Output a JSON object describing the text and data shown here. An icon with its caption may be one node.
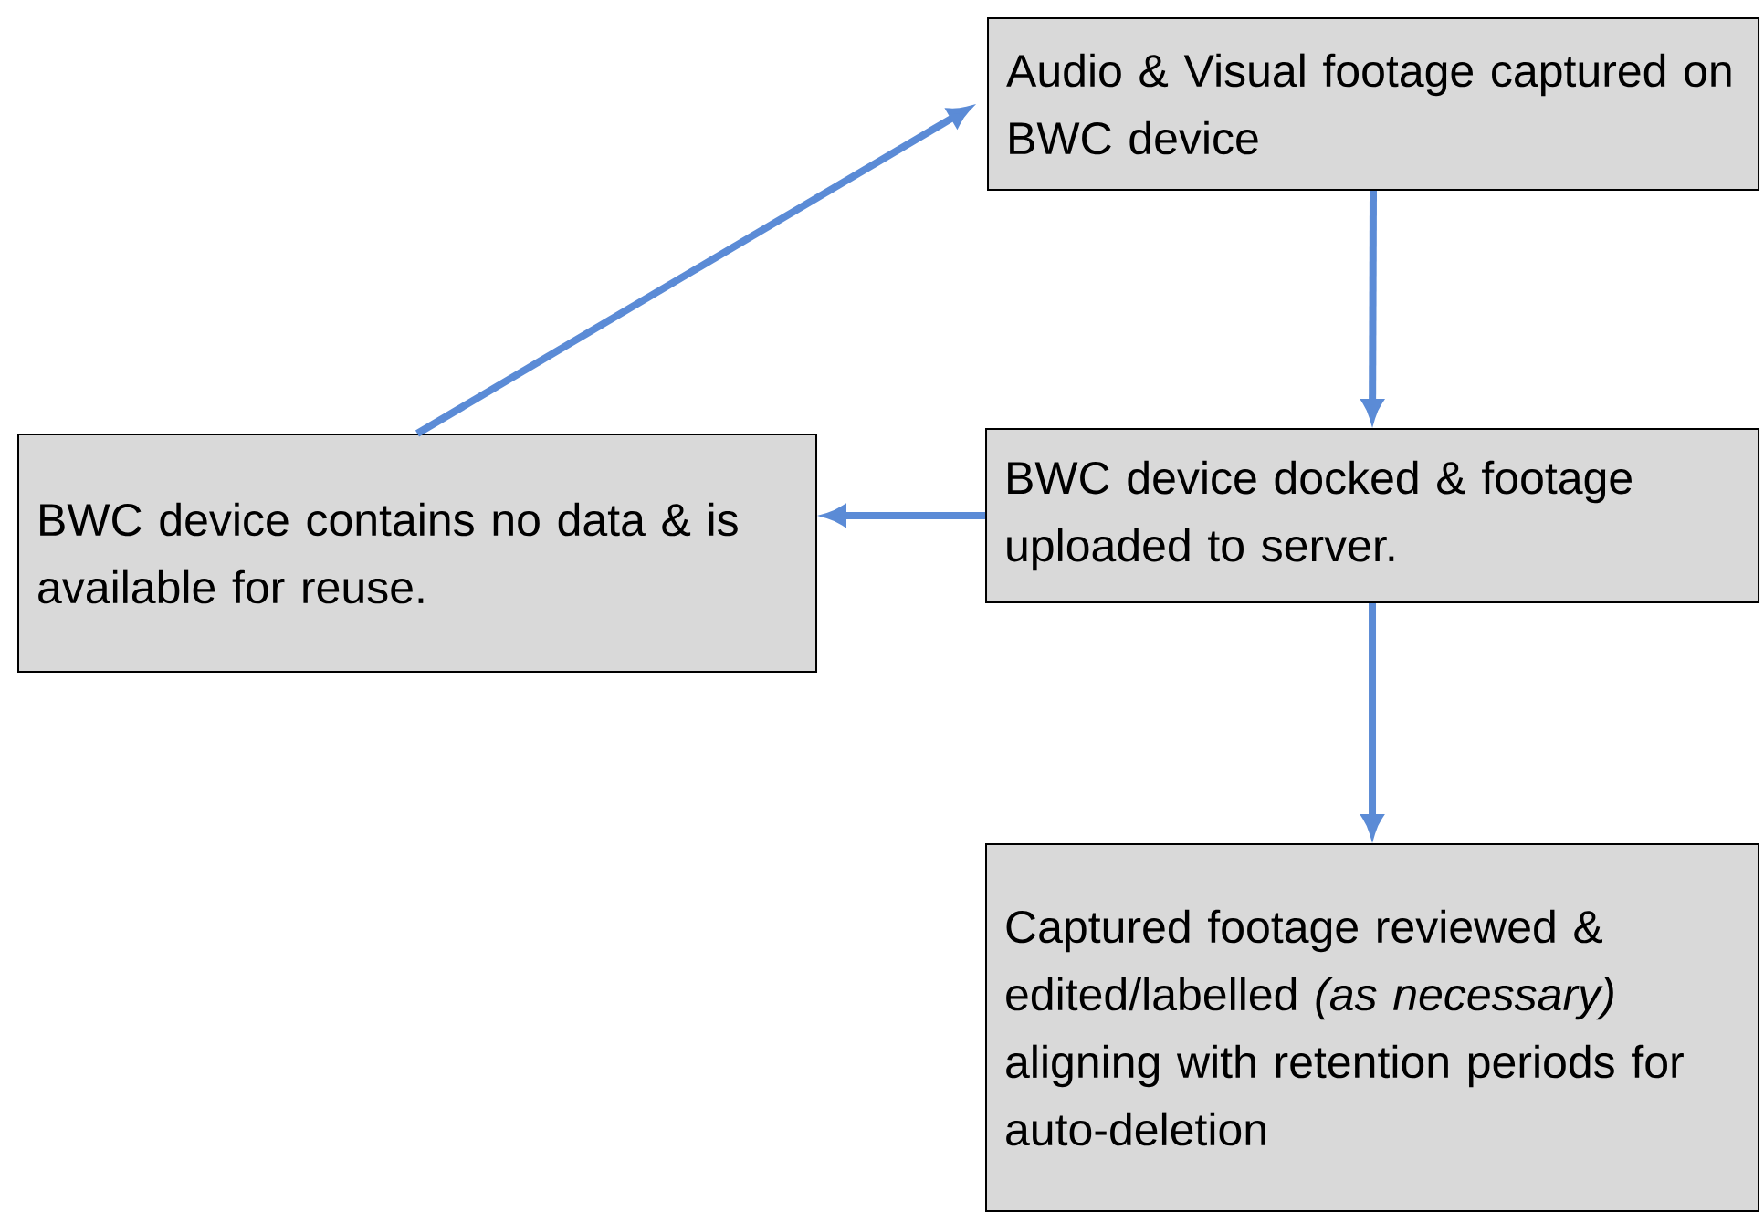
{
  "diagram": {
    "nodes": [
      {
        "text": [
          "Audio & Visual footage captured on BWC device"
        ]
      },
      {
        "text": [
          "BWC device docked & footage uploaded to server."
        ]
      },
      {
        "text": [
          "BWC device contains no data & is available for reuse."
        ]
      },
      {
        "text": [
          "Captured footage reviewed & edited/labelled *(as necessary)* aligning with retention periods for auto-deletion"
        ]
      }
    ],
    "edges": [
      {
        "from": 0,
        "to": 1,
        "arrow": "to"
      },
      {
        "from": 1,
        "to": 2,
        "arrow": "to"
      },
      {
        "from": 1,
        "to": 3,
        "arrow": "to"
      },
      {
        "from": 2,
        "to": 0,
        "arrow": "to"
      }
    ]
  }
}
